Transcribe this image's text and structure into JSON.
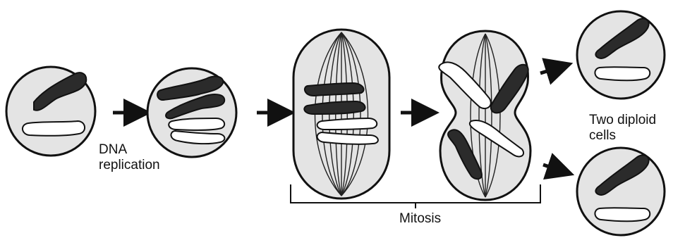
{
  "labels": {
    "dna_replication": [
      "DNA",
      "replication"
    ],
    "two_diploid_cells": [
      "Two diploid",
      "cells"
    ],
    "mitosis": "Mitosis"
  },
  "colors": {
    "cell_fill": "#e4e4e4",
    "outline": "#111111",
    "dark_chromosome": "#2b2b2b",
    "light_chromosome": "#ffffff",
    "background": "#ffffff"
  },
  "stages": [
    "original-cell",
    "replicated-cell",
    "metaphase-cell",
    "anaphase-cell",
    "daughter-cell-top",
    "daughter-cell-bottom"
  ]
}
